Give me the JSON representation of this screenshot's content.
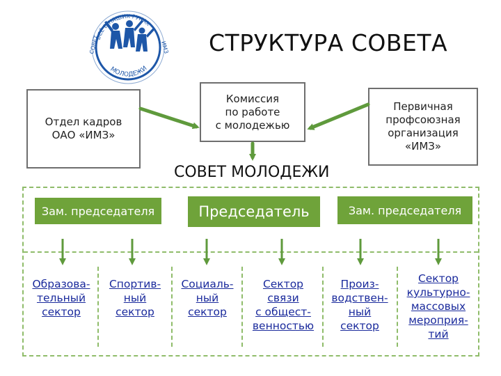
{
  "title": "СТРУКТУРА СОВЕТА",
  "logo": {
    "arc_text": "ВСЁ В НАШИХ РУКАХ",
    "left_text": "СОВЕТ",
    "bottom_text": "МОЛОДЕЖИ",
    "right_text": "ИМЗ"
  },
  "top_boxes": {
    "left": "Отдел кадров\nОАО «ИМЗ»",
    "center": "Комиссия\nпо работе\nс молодежью",
    "right": "Первичная\nпрофсоюзная\nорганизация\n«ИМЗ»"
  },
  "council_label": "СОВЕТ МОЛОДЕЖИ",
  "leaders": {
    "deputy_left": "Зам. председателя",
    "chair": "Председатель",
    "deputy_right": "Зам. председателя"
  },
  "sectors": [
    "Образова-\nтельный\nсектор",
    "Спортив-\nный\nсектор",
    "Социаль-\nный\nсектор",
    "Сектор\nсвязи\nс общест-\nвенностью",
    "Произ-\nводствен-\nный\nсектор",
    "Сектор\nкультурно-\nмассовых\nмероприя-\nтий"
  ],
  "colors": {
    "accent_green": "#6fa33a",
    "arrow_green": "#5f9a3c",
    "dashed_border": "#8fbc6a",
    "box_border": "#6e6e6e",
    "sector_text": "#1a2a9c",
    "logo_blue": "#1e57a8"
  }
}
